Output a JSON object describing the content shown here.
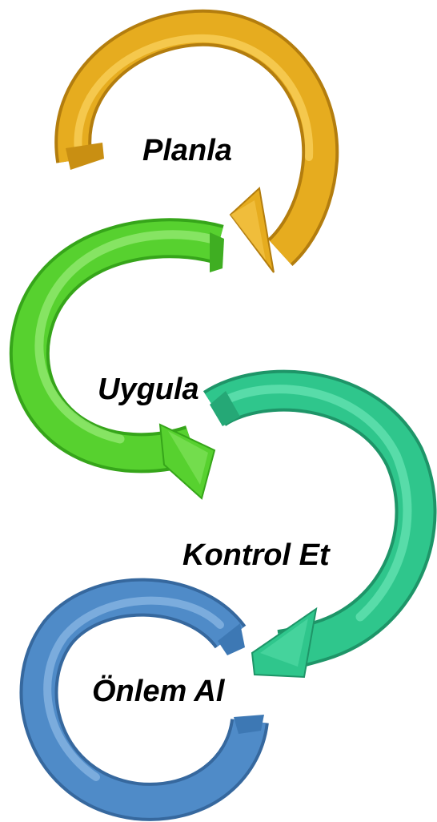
{
  "steps": [
    {
      "label": "Planla",
      "color": "#E6AC1F",
      "icon": "curved-arrow-icon"
    },
    {
      "label": "Uygula",
      "color": "#57D12F",
      "icon": "curved-arrow-icon"
    },
    {
      "label": "Kontrol Et",
      "color": "#2FC68C",
      "icon": "curved-arrow-icon"
    },
    {
      "label": "Önlem Al",
      "color": "#4F8BC8",
      "icon": "open-ring-icon"
    }
  ]
}
